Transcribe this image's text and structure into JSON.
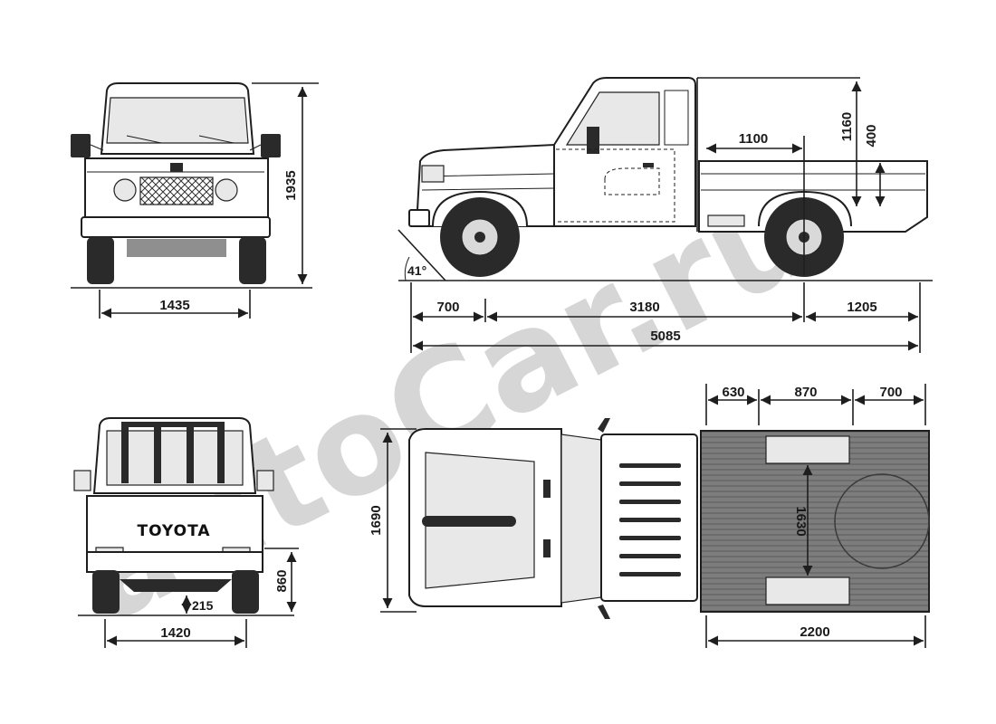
{
  "watermark": {
    "text": "autoCar.ru",
    "color": "#d6d6d6"
  },
  "brand_plate": "TOYOTA",
  "dimensions": {
    "front_height": "1935",
    "front_track": "1435",
    "cab_height": "1160",
    "bed_side_height": "400",
    "bed_center_offset": "1100",
    "approach_angle": "41°",
    "front_overhang": "700",
    "wheelbase": "3180",
    "rear_overhang": "1205",
    "overall_length": "5085",
    "rear_track": "1420",
    "ground_clearance": "215",
    "rear_frame_height": "860",
    "overall_width": "1690",
    "bed_segment_1": "630",
    "bed_segment_2": "870",
    "bed_segment_3": "700",
    "bed_inner_width": "1630",
    "bed_length": "2200"
  }
}
